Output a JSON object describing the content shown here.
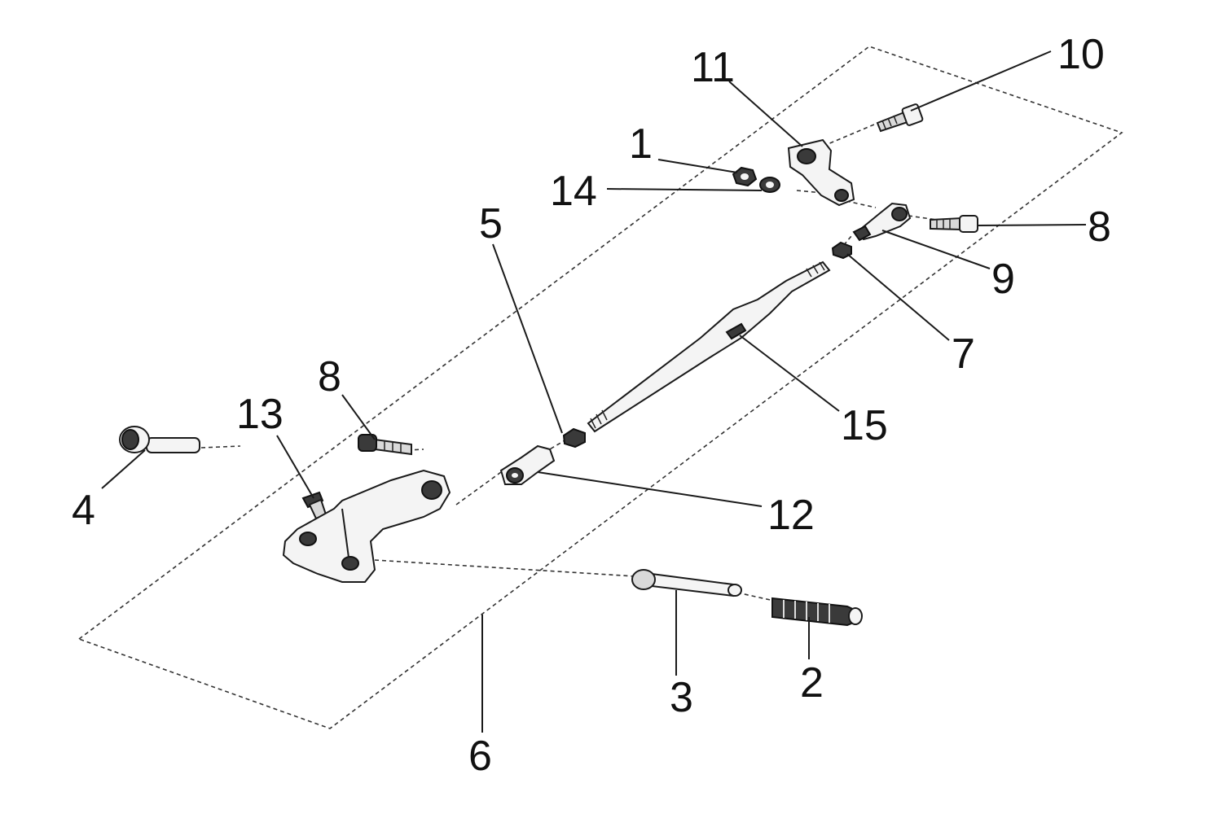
{
  "diagram": {
    "callouts": {
      "p1": "1",
      "p2": "2",
      "p3": "3",
      "p4": "4",
      "p5": "5",
      "p6": "6",
      "p7": "7",
      "p8a": "8",
      "p8b": "8",
      "p9": "9",
      "p10": "10",
      "p11": "11",
      "p12": "12",
      "p13": "13",
      "p14": "14",
      "p15": "15"
    }
  }
}
